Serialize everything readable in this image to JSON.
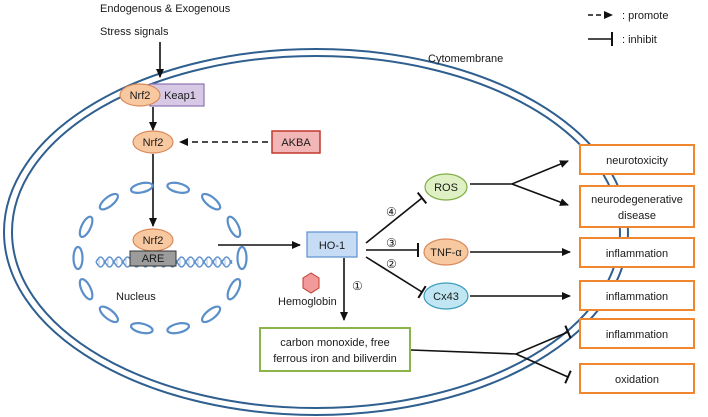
{
  "header": {
    "line1": "Endogenous & Exogenous",
    "line2": "Stress signals"
  },
  "legend": {
    "promote_label": ": promote",
    "inhibit_label": ": inhibit"
  },
  "cytomembrane_label": "Cytomembrane",
  "nucleus_label": "Nucleus",
  "nodes": {
    "nrf2_top": "Nrf2",
    "keap1": "Keap1",
    "nrf2_mid": "Nrf2",
    "akba": "AKBA",
    "nrf2_nuclear": "Nrf2",
    "are": "ARE",
    "ho1": "HO-1",
    "hemoglobin": "Hemoglobin",
    "ros": "ROS",
    "tnf": "TNF-α",
    "cx43": "Cx43",
    "products": [
      "carbon monoxide, free",
      "ferrous iron and biliverdin"
    ]
  },
  "pathway_markers": {
    "m1": "①",
    "m2": "②",
    "m3": "③",
    "m4": "④"
  },
  "outcomes": {
    "neurotoxicity": "neurotoxicity",
    "neurodegenerative": [
      "neurodegenerative",
      "disease"
    ],
    "inflammation_tnf": "inflammation",
    "inflammation_cx43": "inflammation",
    "inflammation_co": "inflammation",
    "oxidation": "oxidation"
  },
  "colors": {
    "membrane": "#2e5f8f",
    "nrf2_fill": "#f8c9a0",
    "nrf2_stroke": "#d9895a",
    "keap1_fill": "#d7c9e6",
    "keap1_stroke": "#8c73b0",
    "akba_fill": "#f3b6b6",
    "akba_stroke": "#c0392b",
    "ho1_fill": "#c6dcf5",
    "ho1_stroke": "#5b8fd0",
    "ros_fill": "#dff0c4",
    "ros_stroke": "#7fae45",
    "tnf_fill": "#f8c9a0",
    "cx43_fill": "#bfe6f2",
    "cx43_stroke": "#3d9bbd",
    "hemoglobin_fill": "#f29a9a",
    "products_stroke": "#8bb44a",
    "outcome_stroke": "#f0862e",
    "dna": "#5b8fc9",
    "are_fill": "#9c9c9c"
  }
}
